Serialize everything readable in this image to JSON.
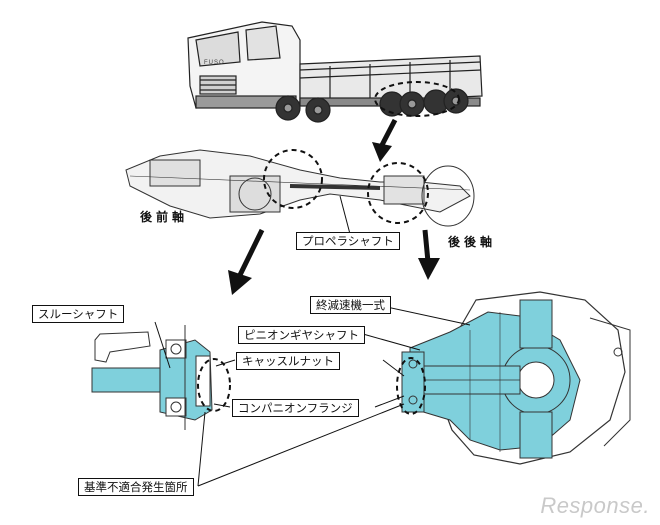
{
  "labels": {
    "rear_front_axle": "後前軸",
    "rear_rear_axle": "後後軸",
    "propeller_shaft": "プロペラシャフト",
    "through_shaft": "スルーシャフト",
    "final_reduction": "終減速機一式",
    "pinion_gear_shaft": "ピニオンギヤシャフト",
    "castle_nut": "キャッスルナット",
    "companion_flange": "コンパニオンフランジ",
    "defect_location": "基準不適合発生箇所"
  },
  "truck": {
    "brand": "FUSO"
  },
  "watermark": "Response.",
  "colors": {
    "part_highlight": "#7fd0dc",
    "line": "#111111",
    "watermark": "#c9c9c9"
  }
}
